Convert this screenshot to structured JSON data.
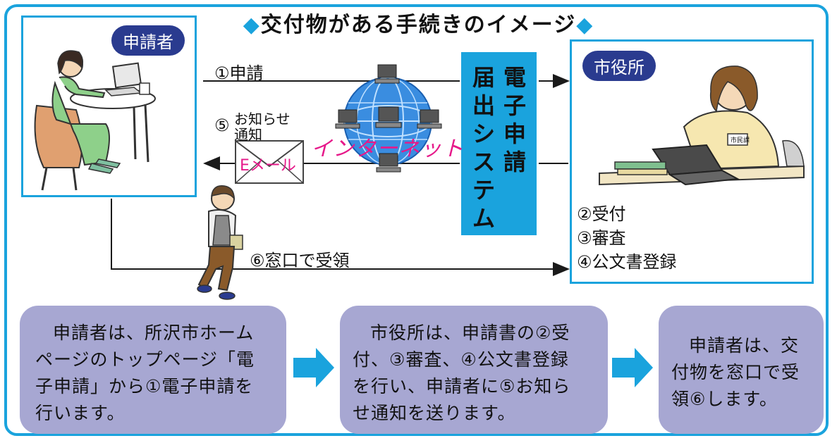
{
  "title": {
    "prefix": "◆",
    "text": "交付物がある手続きのイメージ",
    "suffix": "◆"
  },
  "applicant": {
    "badge": "申請者"
  },
  "city_hall": {
    "badge": "市役所",
    "steps": [
      "②受付",
      "③審査",
      "④公文書登録"
    ],
    "desk_sign": "市民課"
  },
  "flows": {
    "apply": "①申請",
    "notify_line1": "お知らせ",
    "notify_line2": "通知",
    "notify_number": "⑤",
    "email": "Eメール",
    "receive": "⑥窓口で受領"
  },
  "internet": {
    "label": "インターネット"
  },
  "system": {
    "col1": "電子申請",
    "col2": "届出システム"
  },
  "steps": [
    {
      "lines": [
        "申請者は、所沢市ホーム",
        "ページのトップページ「電",
        "子申請」から①電子申請を",
        "行います。"
      ]
    },
    {
      "lines": [
        "市役所は、申請書の②受",
        "付、③審査、④公文書登録",
        "を行い、申請者に⑤お知ら",
        "せ通知を送ります。"
      ]
    },
    {
      "lines": [
        "申請者は、交",
        "付物を窓口で受",
        "領⑥します。"
      ]
    }
  ],
  "colors": {
    "accent": "#1aa3dd",
    "badge": "#2a3b8f",
    "card": "#a7a7d2",
    "internet": "#e6198a"
  }
}
